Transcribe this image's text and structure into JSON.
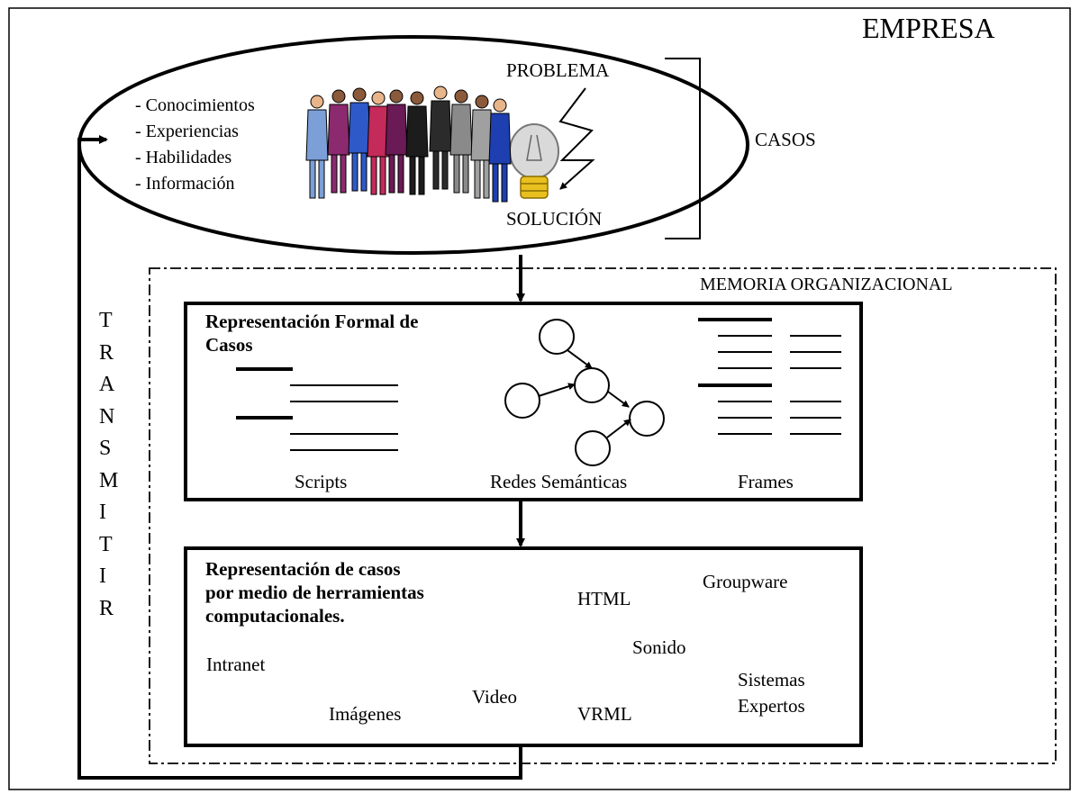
{
  "empresa": "EMPRESA",
  "casos": "CASOS",
  "problema": "PROBLEMA",
  "solucion": "SOLUCIÓN",
  "knowledge": [
    "- Conocimientos",
    "- Experiencias",
    "- Habilidades",
    "- Información"
  ],
  "transmitir": [
    "T",
    "R",
    "A",
    "N",
    "S",
    "M",
    "I",
    "T",
    "I",
    "R"
  ],
  "memoria": "MEMORIA ORGANIZACIONAL",
  "formal": {
    "title_line1": "Representación Formal de",
    "title_line2": "Casos",
    "scripts": "Scripts",
    "redes": "Redes Semánticas",
    "frames": "Frames"
  },
  "tools": {
    "title_line1": "Representación de casos",
    "title_line2": "por medio de herramientas",
    "title_line3": "computacionales.",
    "items": {
      "html": "HTML",
      "groupware": "Groupware",
      "sonido": "Sonido",
      "intranet": "Intranet",
      "sistemas": "Sistemas",
      "expertos": "Expertos",
      "video": "Video",
      "imagenes": "Imágenes",
      "vrml": "VRML"
    }
  },
  "colors": {
    "line": "#000000",
    "background": "#ffffff",
    "people": [
      "#7b9fd6",
      "#8b2a6e",
      "#2e59c9",
      "#c42a5a",
      "#6a1a55",
      "#1c1c1c",
      "#2b2b2b",
      "#8a8a8a",
      "#a0a0a0",
      "#1d3fb0"
    ],
    "bulb_glass": "#d9d9d9",
    "bulb_base": "#e8c020"
  }
}
